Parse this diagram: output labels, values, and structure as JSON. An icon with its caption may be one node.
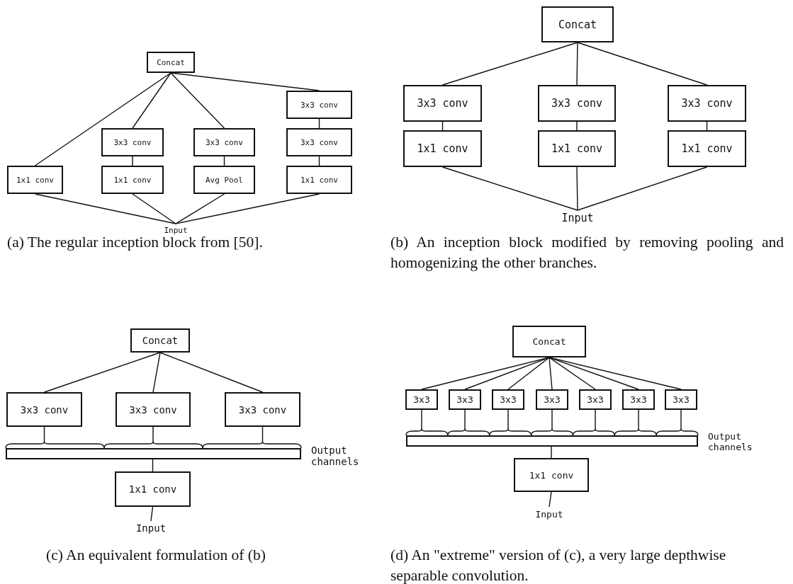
{
  "diagram": {
    "nodes": [
      {
        "text": [
          "Concat"
        ]
      },
      {
        "text": [
          "1x1 conv"
        ]
      },
      {
        "text": [
          "3x3 conv"
        ]
      },
      {
        "text": [
          "1x1 conv"
        ]
      },
      {
        "text": [
          "3x3 conv"
        ]
      },
      {
        "text": [
          "Avg Pool"
        ]
      },
      {
        "text": [
          "3x3 conv"
        ]
      },
      {
        "text": [
          "3x3 conv"
        ]
      },
      {
        "text": [
          "1x1 conv"
        ]
      },
      {
        "text": [
          "Input"
        ]
      },
      {
        "text": [
          "Concat"
        ]
      },
      {
        "text": [
          "3x3 conv"
        ]
      },
      {
        "text": [
          "3x3 conv"
        ]
      },
      {
        "text": [
          "3x3 conv"
        ]
      },
      {
        "text": [
          "1x1 conv"
        ]
      },
      {
        "text": [
          "1x1 conv"
        ]
      },
      {
        "text": [
          "1x1 conv"
        ]
      },
      {
        "text": [
          "Input"
        ]
      },
      {
        "text": [
          "Concat"
        ]
      },
      {
        "text": [
          "3x3 conv"
        ]
      },
      {
        "text": [
          "3x3 conv"
        ]
      },
      {
        "text": [
          "3x3 conv"
        ]
      },
      {
        "text": [],
        "shape": "bar",
        "beside": [
          "Output channels"
        ]
      },
      {
        "text": [
          "1x1 conv"
        ]
      },
      {
        "text": [
          "Input"
        ]
      },
      {
        "text": [
          "Concat"
        ]
      },
      {
        "text": [
          "3x3"
        ]
      },
      {
        "text": [
          "3x3"
        ]
      },
      {
        "text": [
          "3x3"
        ]
      },
      {
        "text": [
          "3x3"
        ]
      },
      {
        "text": [
          "3x3"
        ]
      },
      {
        "text": [
          "3x3"
        ]
      },
      {
        "text": [
          "3x3"
        ]
      },
      {
        "text": [],
        "shape": "bar",
        "beside": [
          "Output channels"
        ]
      },
      {
        "text": [
          "1x1 conv"
        ]
      },
      {
        "text": [
          "Input"
        ]
      }
    ],
    "edges": [
      {
        "from": 0,
        "to": 1,
        "arrow": "none"
      },
      {
        "from": 0,
        "to": 2,
        "arrow": "none"
      },
      {
        "from": 0,
        "to": 4,
        "arrow": "none"
      },
      {
        "from": 0,
        "to": 6,
        "arrow": "none"
      },
      {
        "from": 2,
        "to": 3,
        "arrow": "none"
      },
      {
        "from": 4,
        "to": 5,
        "arrow": "none"
      },
      {
        "from": 6,
        "to": 7,
        "arrow": "none"
      },
      {
        "from": 7,
        "to": 8,
        "arrow": "none"
      },
      {
        "from": 1,
        "to": 9,
        "arrow": "none"
      },
      {
        "from": 3,
        "to": 9,
        "arrow": "none"
      },
      {
        "from": 5,
        "to": 9,
        "arrow": "none"
      },
      {
        "from": 8,
        "to": 9,
        "arrow": "none"
      },
      {
        "from": 10,
        "to": 11,
        "arrow": "none"
      },
      {
        "from": 10,
        "to": 12,
        "arrow": "none"
      },
      {
        "from": 10,
        "to": 13,
        "arrow": "none"
      },
      {
        "from": 11,
        "to": 14,
        "arrow": "none"
      },
      {
        "from": 12,
        "to": 15,
        "arrow": "none"
      },
      {
        "from": 13,
        "to": 16,
        "arrow": "none"
      },
      {
        "from": 14,
        "to": 17,
        "arrow": "none"
      },
      {
        "from": 15,
        "to": 17,
        "arrow": "none"
      },
      {
        "from": 16,
        "to": 17,
        "arrow": "none"
      },
      {
        "from": 18,
        "to": 19,
        "arrow": "none"
      },
      {
        "from": 18,
        "to": 20,
        "arrow": "none"
      },
      {
        "from": 18,
        "to": 21,
        "arrow": "none"
      },
      {
        "from": 19,
        "to": 22,
        "arrow": "none"
      },
      {
        "from": 20,
        "to": 22,
        "arrow": "none"
      },
      {
        "from": 21,
        "to": 22,
        "arrow": "none"
      },
      {
        "from": 22,
        "to": 23,
        "arrow": "none"
      },
      {
        "from": 23,
        "to": 24,
        "arrow": "none"
      },
      {
        "from": 25,
        "to": 26,
        "arrow": "none"
      },
      {
        "from": 25,
        "to": 27,
        "arrow": "none"
      },
      {
        "from": 25,
        "to": 28,
        "arrow": "none"
      },
      {
        "from": 25,
        "to": 29,
        "arrow": "none"
      },
      {
        "from": 25,
        "to": 30,
        "arrow": "none"
      },
      {
        "from": 25,
        "to": 31,
        "arrow": "none"
      },
      {
        "from": 25,
        "to": 32,
        "arrow": "none"
      },
      {
        "from": 26,
        "to": 33,
        "arrow": "none"
      },
      {
        "from": 27,
        "to": 33,
        "arrow": "none"
      },
      {
        "from": 28,
        "to": 33,
        "arrow": "none"
      },
      {
        "from": 29,
        "to": 33,
        "arrow": "none"
      },
      {
        "from": 30,
        "to": 33,
        "arrow": "none"
      },
      {
        "from": 31,
        "to": 33,
        "arrow": "none"
      },
      {
        "from": 32,
        "to": 33,
        "arrow": "none"
      },
      {
        "from": 33,
        "to": 34,
        "arrow": "none"
      },
      {
        "from": 34,
        "to": 35,
        "arrow": "none"
      }
    ],
    "labels": [
      "(a) The regular inception block from [50].",
      "(b) An inception block modified by removing pooling and homogenizing the other branches.",
      "(c) An equivalent formulation of (b)",
      "(d) An \"extreme\" version of (c), a very large depthwise separable convolution."
    ]
  }
}
